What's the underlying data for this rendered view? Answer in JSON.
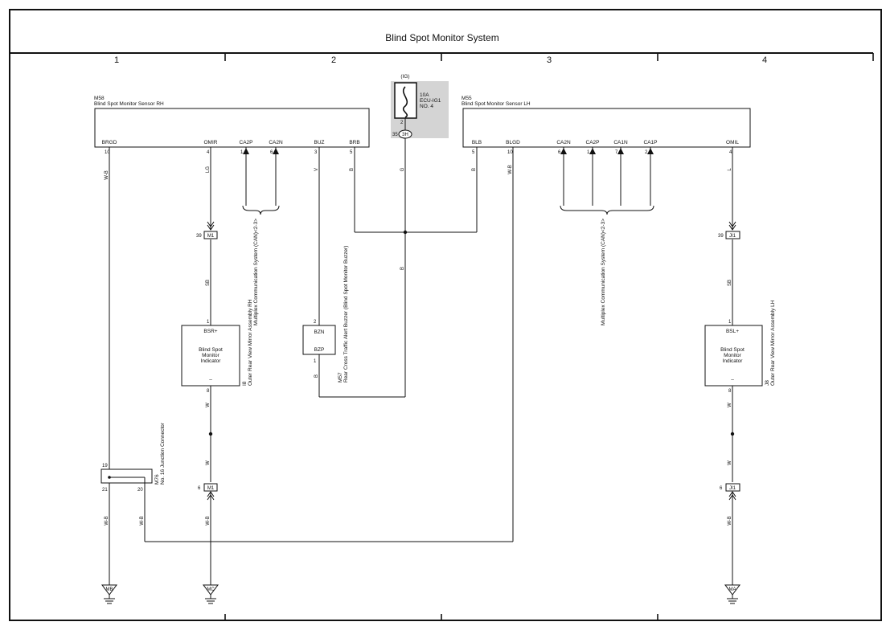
{
  "title": "Blind Spot Monitor System",
  "columns": [
    "1",
    "2",
    "3",
    "4"
  ],
  "fuse": {
    "header": "(IG)",
    "rating": "10A",
    "name": "ECU-IG1",
    "number": "NO. 4",
    "pin": "2",
    "conn_pin": "35",
    "conn": "3H"
  },
  "sensor_rh": {
    "id": "M58",
    "name": "Blind Spot Monitor Sensor RH",
    "terms": [
      "BRGD",
      "OMIR",
      "CA2P",
      "CA2N",
      "BUZ",
      "BRB"
    ],
    "pins": [
      "10",
      "4",
      "1",
      "6",
      "3",
      "5"
    ]
  },
  "sensor_lh": {
    "id": "M55",
    "name": "Blind Spot Monitor Sensor LH",
    "terms": [
      "BLB",
      "BLGD",
      "CA2N",
      "CA2P",
      "CA1N",
      "CA1P",
      "OMIL"
    ],
    "pins": [
      "5",
      "10",
      "6",
      "1",
      "7",
      "2",
      "4"
    ]
  },
  "wires": {
    "vwb": "W-B",
    "lg": "LG",
    "v": "V",
    "b": "B",
    "g": "G",
    "l": "L",
    "sb": "SB",
    "w": "W"
  },
  "multiplex_label": "Multiplex Communication System (CAN)<2-3>",
  "buzzer": {
    "id": "M57",
    "name": "Rear Cross Traffic Alert Buzzer (Blind Spot Monitor Buzzer)",
    "t1": "BZN",
    "t2": "BZP",
    "p1": "2",
    "p2": "1"
  },
  "mirror_rh": {
    "id": "I8",
    "name": "Outer Rear View Mirror Assembly RH",
    "top": "BSR+",
    "bot": "–",
    "p_top": "1",
    "p_bot": "8",
    "ind1": "Blind Spot",
    "ind2": "Monitor",
    "ind3": "Indicator"
  },
  "mirror_lh": {
    "id": "J8",
    "name": "Outer Rear View Mirror Assembly LH",
    "top": "BSL+",
    "bot": "–",
    "p_top": "1",
    "p_bot": "8",
    "ind1": "Blind Spot",
    "ind2": "Monitor",
    "ind3": "Indicator"
  },
  "junction": {
    "id": "M76",
    "name": "No. 16 Junction Connector",
    "p19": "19",
    "p21": "21",
    "p20": "20"
  },
  "connectors": {
    "m1": "M1",
    "ji1": "JI1",
    "p39": "39",
    "p6": "6"
  },
  "grounds": [
    "MB",
    "MC",
    "MA"
  ]
}
